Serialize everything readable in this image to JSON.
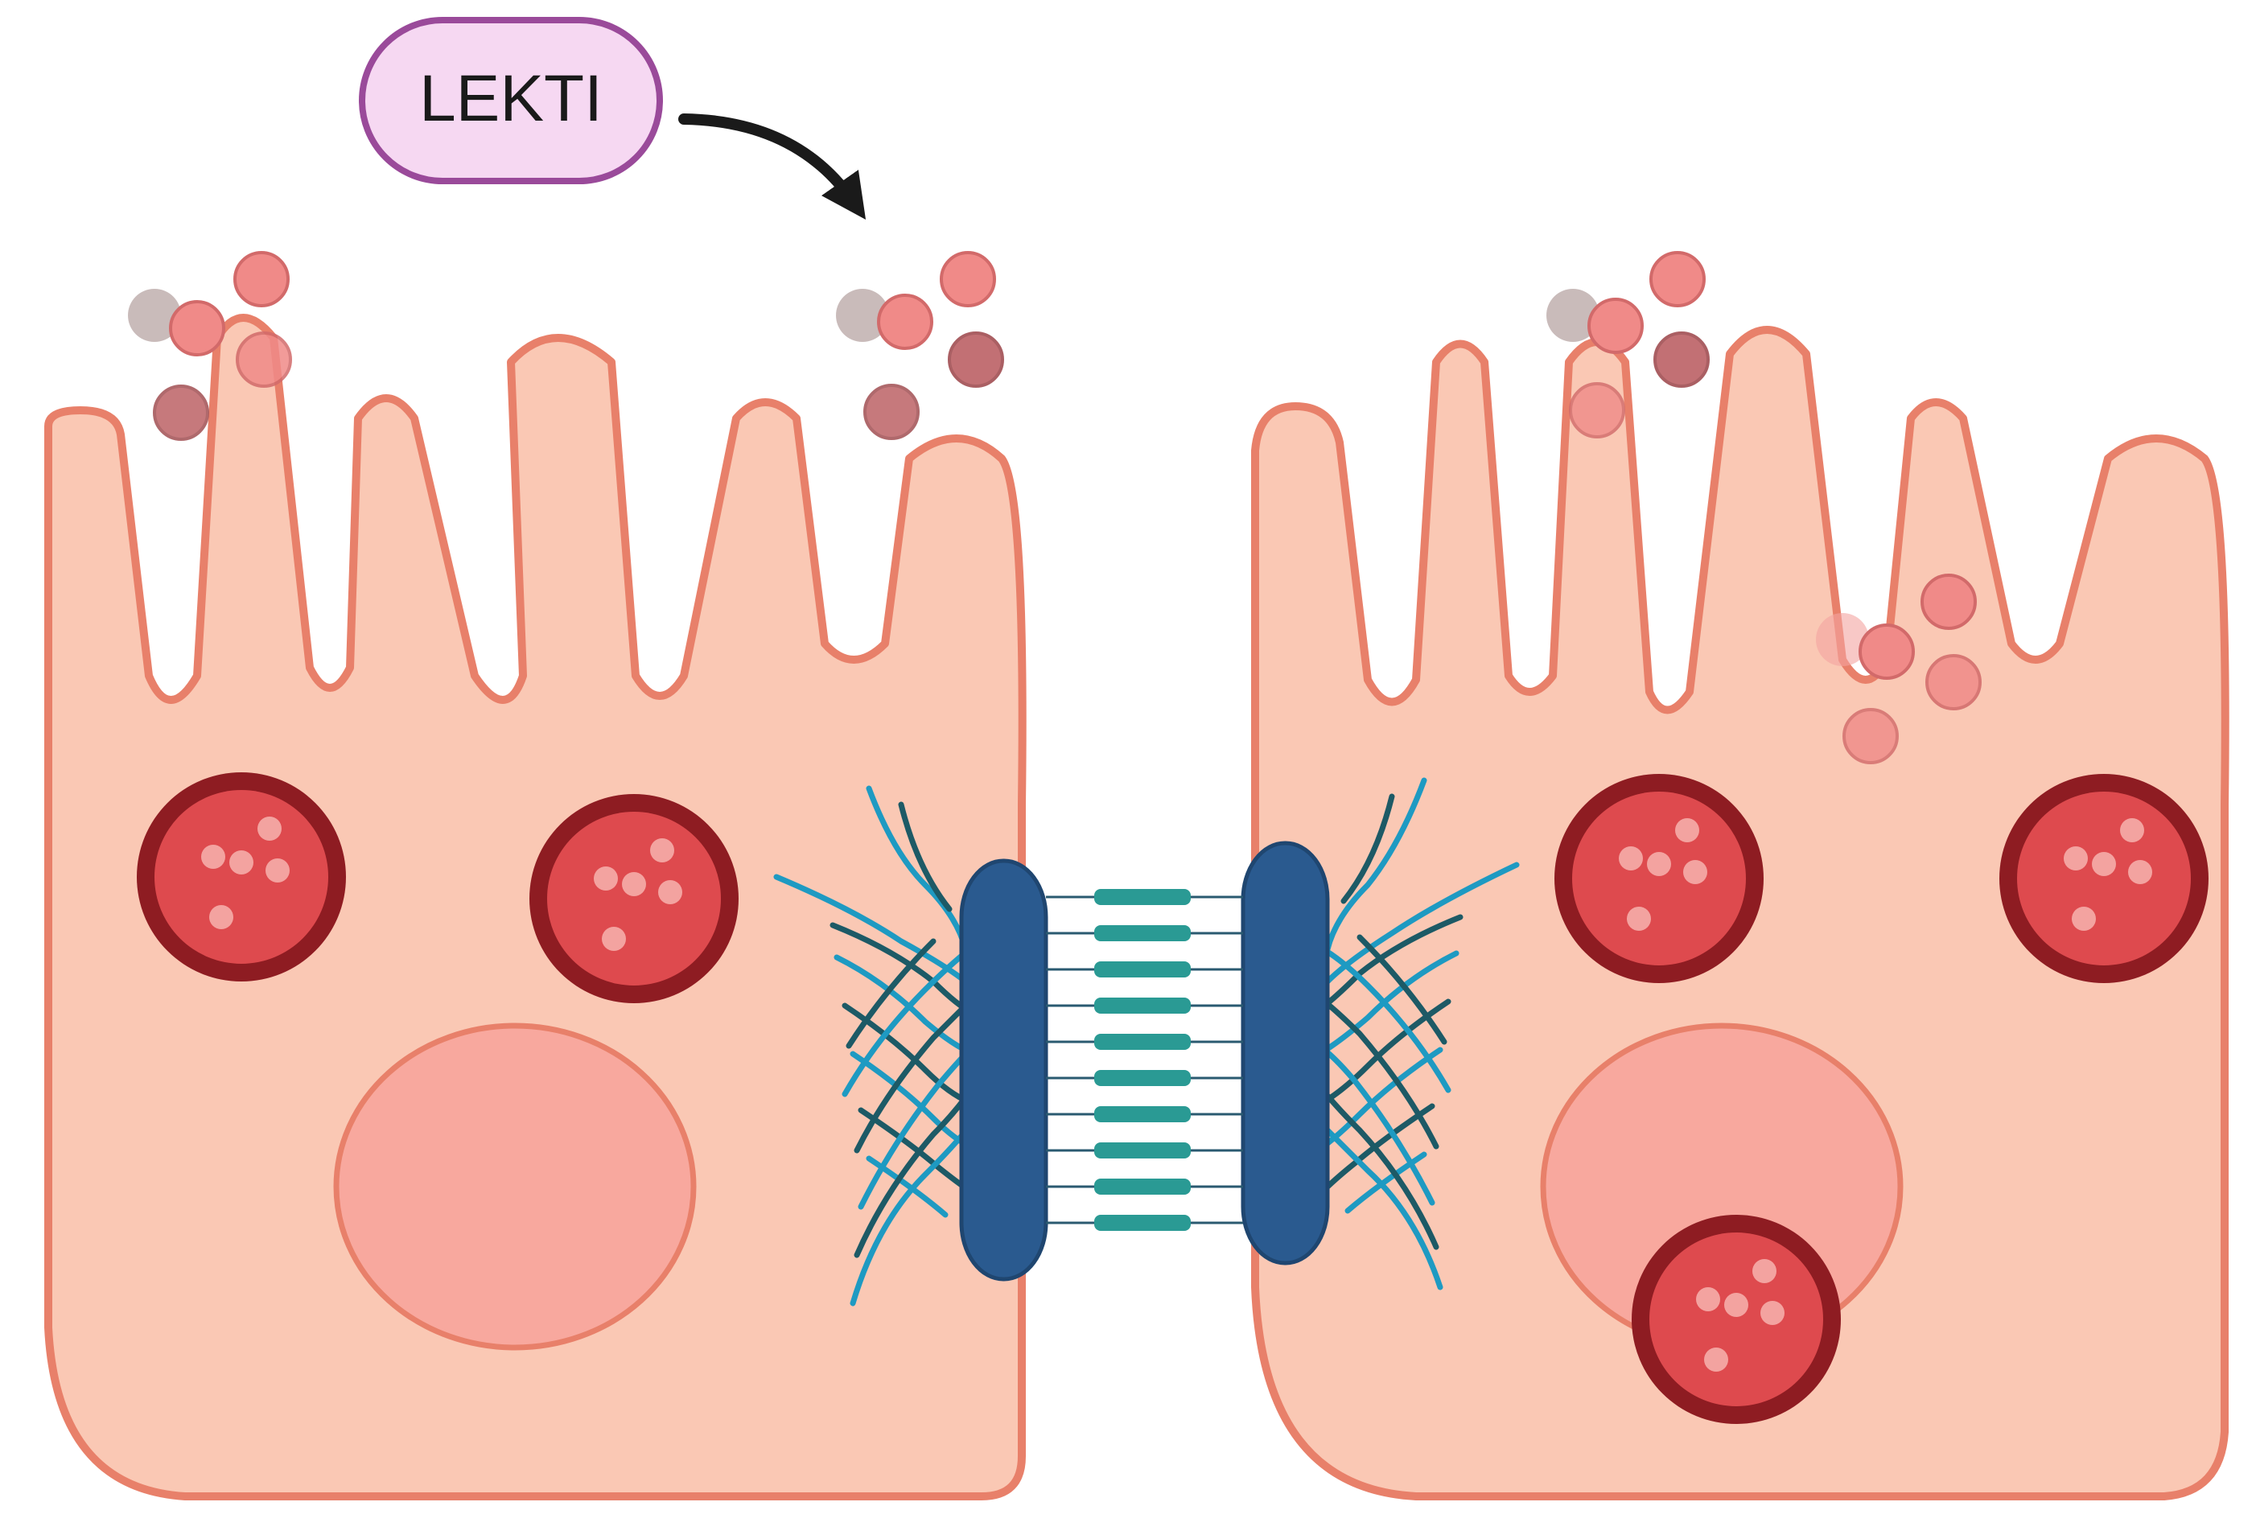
{
  "label": {
    "text": "LEKTI"
  },
  "colors": {
    "cell_fill": "#fac8b4",
    "cell_stroke": "#e8806a",
    "nucleus_fill": "#f8a89e",
    "granule_outer": "#8e1c22",
    "granule_inner": "#de4a4e",
    "granule_dots": "#f3a3a0",
    "protease_light": "#f08a88",
    "protease_dark": "#b8585c",
    "protease_grey": "#bcaaa9",
    "desmosome_plaque": "#2a5a8f",
    "cadherin": "#2a9a94",
    "keratin_light": "#1e9ac2",
    "keratin_dark": "#1d5a66",
    "label_fill": "#f6d8f2",
    "label_stroke": "#9a4a9a",
    "arrow": "#1a1a1a"
  },
  "icons": {
    "arrow": "curved-arrow-down",
    "granule": "lamellar-granule"
  }
}
